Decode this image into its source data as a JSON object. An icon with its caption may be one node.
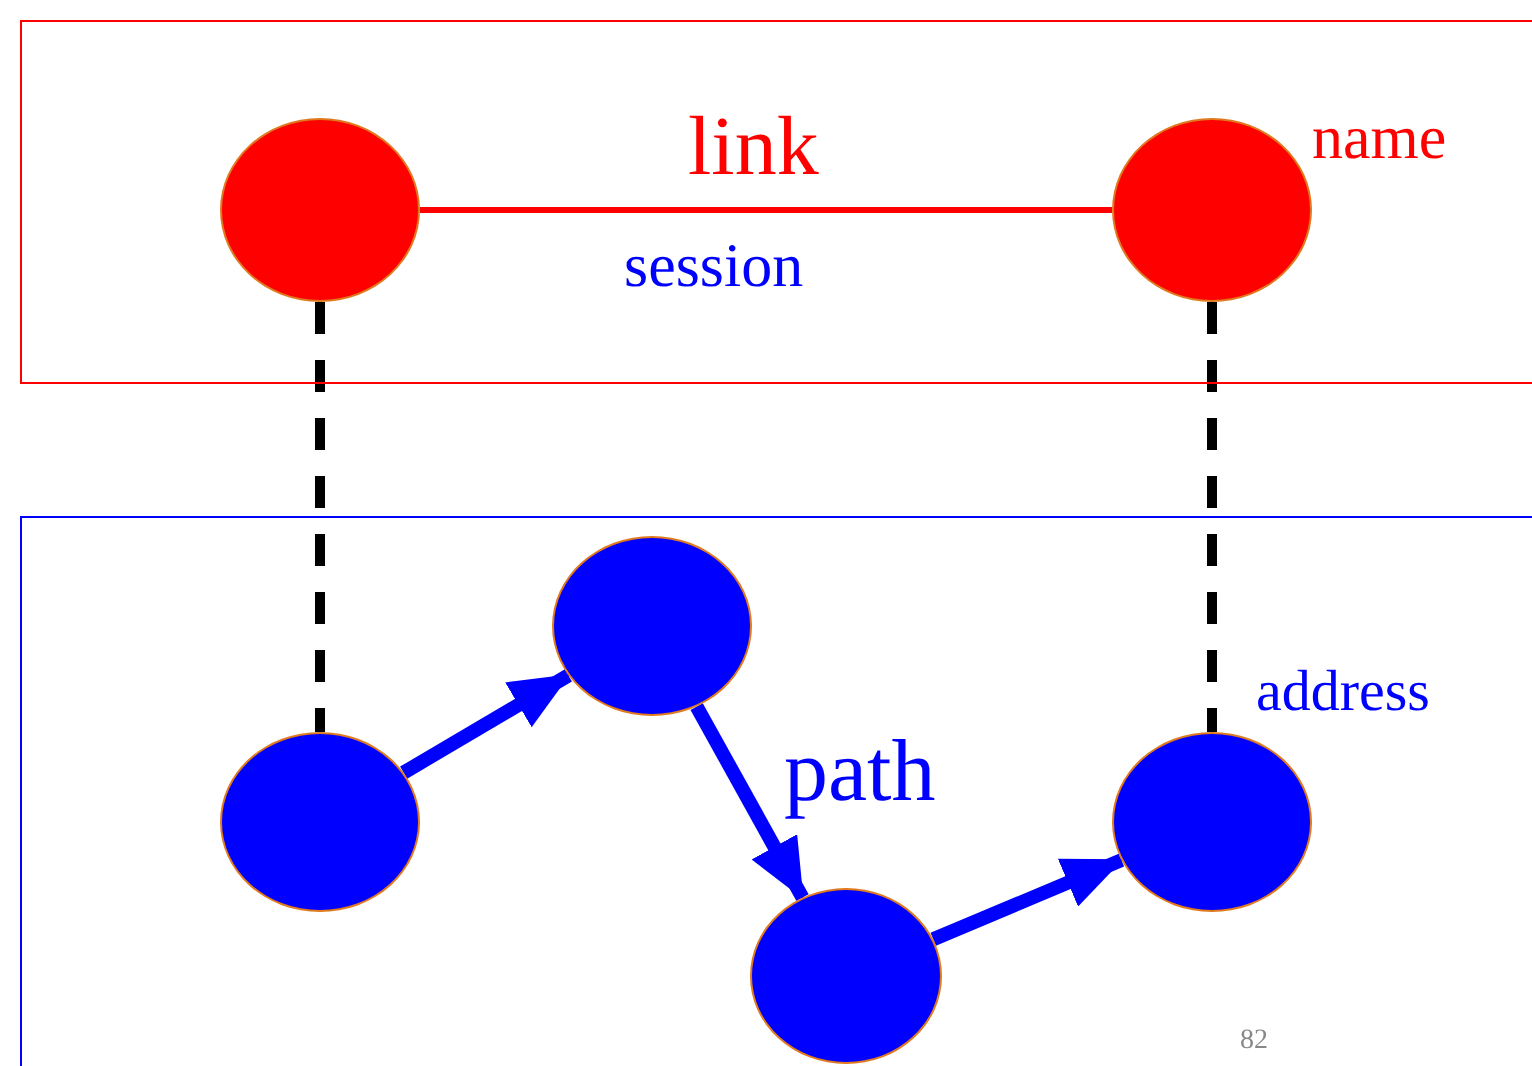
{
  "diagram": {
    "nodes": [
      {
        "text": [],
        "shape": "box"
      },
      {
        "text": [],
        "shape": "circle",
        "in": 0
      },
      {
        "text": [],
        "shape": "circle",
        "in": 0,
        "beside": [
          "name"
        ]
      },
      {
        "text": [],
        "shape": "box"
      },
      {
        "text": [],
        "shape": "circle",
        "in": 3
      },
      {
        "text": [],
        "shape": "circle",
        "in": 3
      },
      {
        "text": [],
        "shape": "circle",
        "in": 3
      },
      {
        "text": [],
        "shape": "circle",
        "in": 3,
        "beside": [
          "address"
        ]
      }
    ],
    "edges": [
      {
        "from": 1,
        "to": 2,
        "arrow": "none",
        "label": "link",
        "color": "#ff0000"
      },
      {
        "from": 1,
        "to": 4,
        "arrow": "none",
        "style": "dashed",
        "color": "#000000"
      },
      {
        "from": 2,
        "to": 7,
        "arrow": "none",
        "style": "dashed",
        "color": "#000000"
      },
      {
        "from": 4,
        "to": 5,
        "arrow": "to"
      },
      {
        "from": 5,
        "to": 6,
        "arrow": "to"
      },
      {
        "from": 6,
        "to": 7,
        "arrow": "to"
      }
    ],
    "labels": [
      "session",
      "path",
      "82"
    ]
  }
}
